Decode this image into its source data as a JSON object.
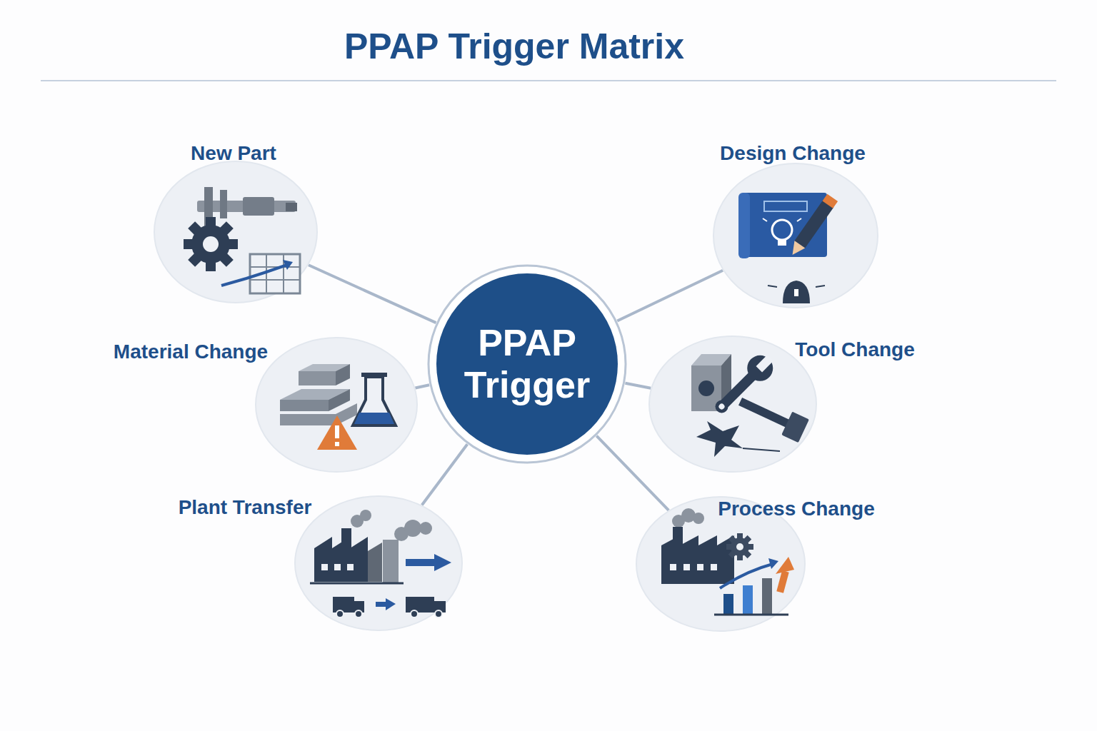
{
  "diagram": {
    "title": "PPAP Trigger Matrix",
    "nodes": [
      {
        "text": [
          "New Part"
        ]
      },
      {
        "text": [
          "Design Change"
        ]
      },
      {
        "text": [
          "Material Change"
        ]
      },
      {
        "text": [
          "PPAP Trigger"
        ]
      },
      {
        "text": [
          "Tool Change"
        ]
      },
      {
        "text": [
          "Plant Transfer"
        ]
      },
      {
        "text": [
          "Process Change"
        ]
      }
    ],
    "edges": [
      {
        "from": 3,
        "to": 0,
        "arrow": "none"
      },
      {
        "from": 3,
        "to": 1,
        "arrow": "none"
      },
      {
        "from": 3,
        "to": 2,
        "arrow": "none"
      },
      {
        "from": 3,
        "to": 4,
        "arrow": "none"
      },
      {
        "from": 3,
        "to": 5,
        "arrow": "none"
      },
      {
        "from": 3,
        "to": 6,
        "arrow": "none"
      }
    ]
  }
}
